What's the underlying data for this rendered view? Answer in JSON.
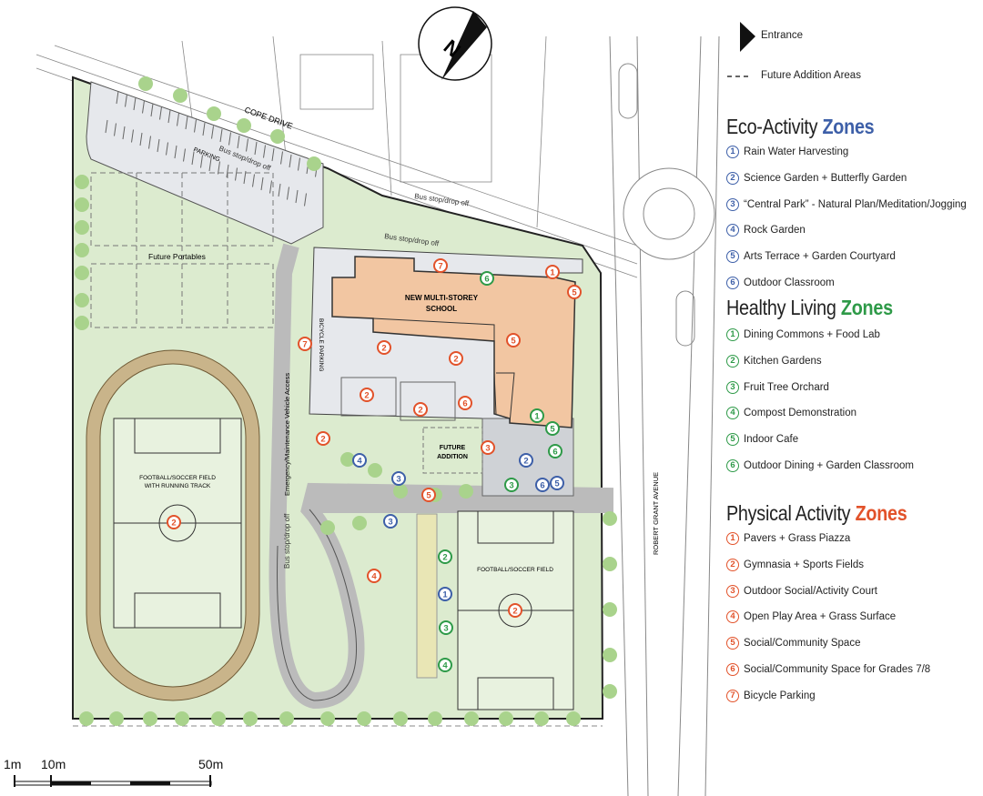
{
  "legend": {
    "entrance": "Entrance",
    "future": "Future Addition Areas",
    "eco": {
      "title": "Eco-Activity",
      "zones": "Zones",
      "color": "#3d5fa8",
      "items": [
        "Rain Water Harvesting",
        "Science Garden + Butterfly Garden",
        "“Central Park” - Natural Plan/Meditation/Jogging",
        "Rock Garden",
        "Arts Terrace + Garden Courtyard",
        "Outdoor Classroom"
      ]
    },
    "healthy": {
      "title": "Healthy Living",
      "zones": "Zones",
      "color": "#2e9a48",
      "items": [
        "Dining Commons + Food Lab",
        "Kitchen Gardens",
        "Fruit Tree Orchard",
        "Compost Demonstration",
        "Indoor Cafe",
        "Outdoor Dining + Garden Classroom"
      ]
    },
    "physical": {
      "title": "Physical Activity",
      "zones": "Zones",
      "color": "#e2522a",
      "items": [
        "Pavers + Grass Piazza",
        "Gymnasia + Sports Fields",
        "Outdoor Social/Activity Court",
        "Open Play Area + Grass Surface",
        "Social/Community Space",
        "Social/Community Space for Grades 7/8",
        "Bicycle Parking"
      ]
    }
  },
  "map": {
    "north": "N",
    "cope_drive": "COPE DRIVE",
    "parking": "PARKING",
    "bus_stop": "Bus stop/drop off",
    "future_portables": "Future Portables",
    "school": [
      "NEW MULTI-STOREY",
      "SCHOOL"
    ],
    "bicycle_parking": "BICYCLE PARKING",
    "emergency_access": "Emergency/Maintenance Vehicle Access",
    "future_addition": [
      "FUTURE",
      "ADDITION"
    ],
    "track_field": [
      "FOOTBALL/SOCCER FIELD",
      "WITH RUNNING TRACK"
    ],
    "soccer_field": "FOOTBALL/SOCCER FIELD",
    "avenue": "ROBERT GRANT AVENUE",
    "colors": {
      "grass": "#dcebcf",
      "building": "#f2c6a2",
      "paving": "#e6e8ec",
      "track": "#c9b48a",
      "tree": "#a9d38c"
    },
    "markers": [
      {
        "zone": "physical",
        "n": "7"
      },
      {
        "zone": "physical",
        "n": "1"
      },
      {
        "zone": "physical",
        "n": "5"
      },
      {
        "zone": "physical",
        "n": "7"
      },
      {
        "zone": "physical",
        "n": "2"
      },
      {
        "zone": "physical",
        "n": "2"
      },
      {
        "zone": "physical",
        "n": "5"
      },
      {
        "zone": "physical",
        "n": "2"
      },
      {
        "zone": "physical",
        "n": "2"
      },
      {
        "zone": "physical",
        "n": "6"
      },
      {
        "zone": "physical",
        "n": "2"
      },
      {
        "zone": "physical",
        "n": "3"
      },
      {
        "zone": "physical",
        "n": "5"
      },
      {
        "zone": "physical",
        "n": "2"
      },
      {
        "zone": "physical",
        "n": "4"
      },
      {
        "zone": "physical",
        "n": "2"
      },
      {
        "zone": "healthy",
        "n": "6"
      },
      {
        "zone": "healthy",
        "n": "1"
      },
      {
        "zone": "healthy",
        "n": "5"
      },
      {
        "zone": "healthy",
        "n": "6"
      },
      {
        "zone": "healthy",
        "n": "3"
      },
      {
        "zone": "healthy",
        "n": "2"
      },
      {
        "zone": "healthy",
        "n": "3"
      },
      {
        "zone": "healthy",
        "n": "4"
      },
      {
        "zone": "eco",
        "n": "4"
      },
      {
        "zone": "eco",
        "n": "3"
      },
      {
        "zone": "eco",
        "n": "2"
      },
      {
        "zone": "eco",
        "n": "6"
      },
      {
        "zone": "eco",
        "n": "5"
      },
      {
        "zone": "eco",
        "n": "3"
      },
      {
        "zone": "eco",
        "n": "1"
      }
    ]
  },
  "scale": {
    "labels": [
      "1m",
      "10m",
      "50m"
    ]
  }
}
